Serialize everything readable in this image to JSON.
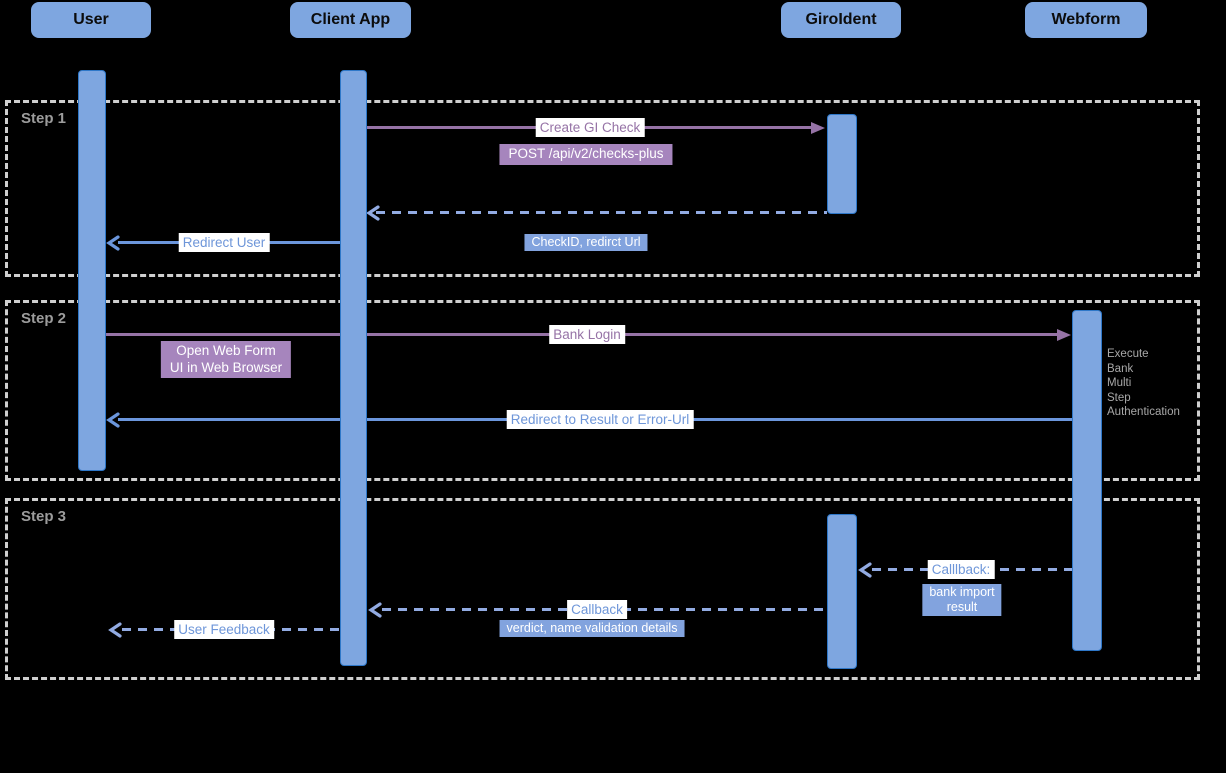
{
  "actors": [
    {
      "label": "User"
    },
    {
      "label": "Client App"
    },
    {
      "label": "GiroIdent"
    },
    {
      "label": "Webform"
    }
  ],
  "steps": [
    {
      "label": "Step 1"
    },
    {
      "label": "Step 2"
    },
    {
      "label": "Step 3"
    }
  ],
  "messages": {
    "create_gi_check": "Create GI Check",
    "post_endpoint": "POST /api/v2/checks-plus",
    "redirect_user": "Redirect User",
    "checkid_redirect": "CheckID, redirct Url",
    "bank_login": "Bank Login",
    "open_web_form": [
      "Open Web Form",
      "UI in Web Browser"
    ],
    "redirect_to_result": "Redirect to Result or Error-Url",
    "execute_note": [
      "Execute",
      "Bank",
      "Multi",
      "Step",
      "Authentication"
    ],
    "callback_webform": "Calllback:",
    "bank_import_result": [
      "bank import",
      "result"
    ],
    "callback_giroident": "Callback",
    "verdict_details": "verdict, name validation details",
    "user_feedback": "User Feedback"
  },
  "colors": {
    "background": "#000000",
    "actor_fill": "#7ea6e0",
    "activation_fill": "#7ea6e0",
    "activation_border": "#2e77c8",
    "purple_line": "#9673a6",
    "purple_badge": "#a685bd",
    "blue_line": "#6b96dc",
    "blue_dashed_line": "#92abe2",
    "blue_badge": "#82a3de",
    "frame_dash": "#cfcfcf",
    "step_label": "#9c9c9c",
    "note_text": "#a8a8a8"
  }
}
